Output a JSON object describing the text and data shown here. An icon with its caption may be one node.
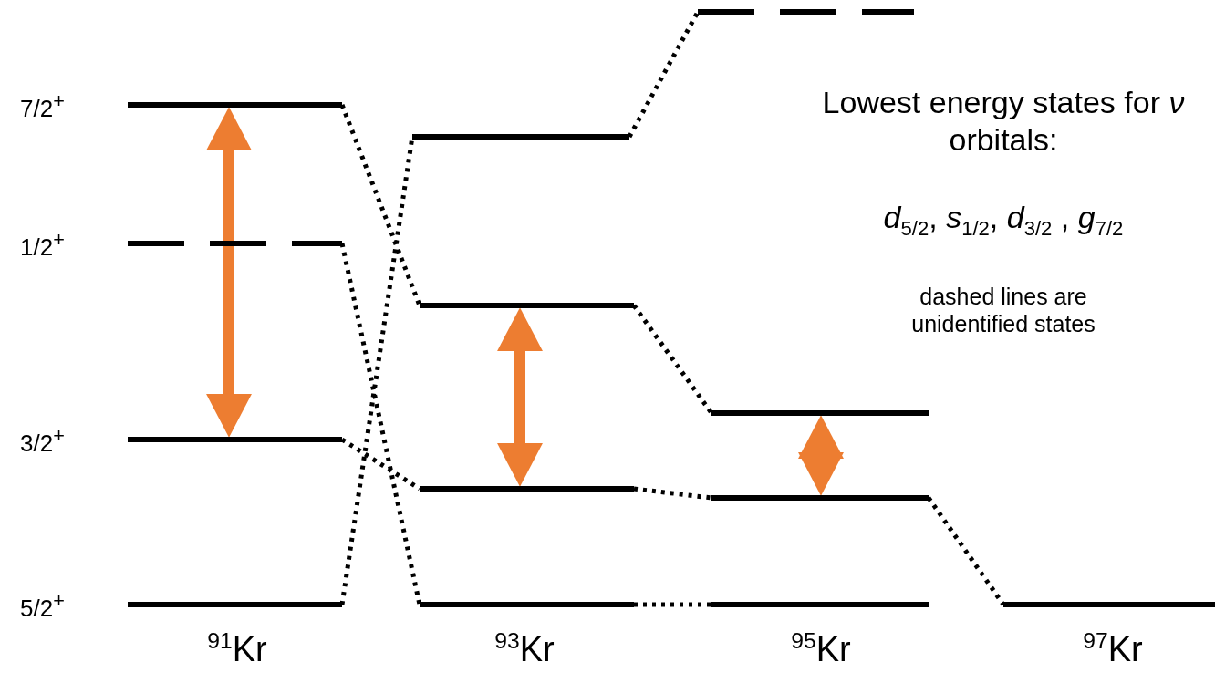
{
  "diagram": {
    "nodes": [
      {
        "text": [],
        "shape": "bar",
        "beside": [
          "7/2$^{+}$"
        ]
      },
      {
        "text": [],
        "shape": "dashed-bar",
        "beside": [
          "1/2$^{+}$"
        ]
      },
      {
        "text": [],
        "shape": "bar",
        "beside": [
          "3/2$^{+}$"
        ]
      },
      {
        "text": [],
        "shape": "bar",
        "beside": [
          "5/2$^{+}$"
        ]
      },
      {
        "text": [],
        "shape": "bar"
      },
      {
        "text": [],
        "shape": "bar"
      },
      {
        "text": [],
        "shape": "bar"
      },
      {
        "text": [],
        "shape": "bar"
      },
      {
        "text": [],
        "shape": "dashed-bar"
      },
      {
        "text": [],
        "shape": "bar"
      },
      {
        "text": [],
        "shape": "bar"
      },
      {
        "text": [],
        "shape": "bar"
      },
      {
        "text": [],
        "shape": "bar"
      }
    ],
    "edges": [
      {
        "from": 0,
        "to": 5,
        "arrow": "none",
        "style": "dashed"
      },
      {
        "from": 1,
        "to": 7,
        "arrow": "none",
        "style": "dashed"
      },
      {
        "from": 2,
        "to": 6,
        "arrow": "none",
        "style": "dashed"
      },
      {
        "from": 3,
        "to": 4,
        "arrow": "none",
        "style": "dashed"
      },
      {
        "from": 4,
        "to": 8,
        "arrow": "none",
        "style": "dashed"
      },
      {
        "from": 5,
        "to": 9,
        "arrow": "none",
        "style": "dashed"
      },
      {
        "from": 6,
        "to": 10,
        "arrow": "none",
        "style": "dashed"
      },
      {
        "from": 7,
        "to": 11,
        "arrow": "none",
        "style": "dashed"
      },
      {
        "from": 10,
        "to": 12,
        "arrow": "none",
        "style": "dashed"
      },
      {
        "from": 0,
        "to": 2,
        "arrow": "both",
        "style": "thick",
        "color": "#ed7d31"
      },
      {
        "from": 5,
        "to": 6,
        "arrow": "both",
        "style": "thick",
        "color": "#ed7d31"
      },
      {
        "from": 9,
        "to": 10,
        "arrow": "both",
        "style": "thick",
        "color": "#ed7d31"
      }
    ],
    "labels": [
      "Lowest energy states for *ν* orbitals:",
      "*d*$_{5/2}$, *s*$_{1/2}$, *d*$_{3/2}$ , *g*$_{7/2}$",
      "dashed lines are unidentified states",
      "$^{91}$Kr",
      "$^{93}$Kr",
      "$^{95}$Kr",
      "$^{97}$Kr"
    ]
  }
}
